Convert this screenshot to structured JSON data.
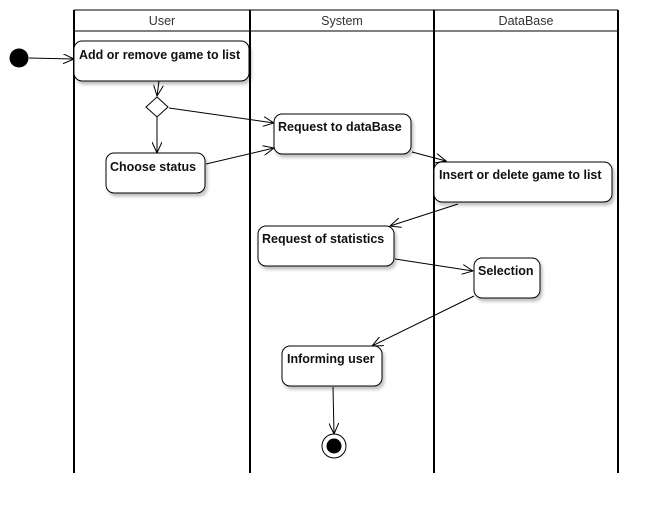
{
  "lanes": {
    "user": "User",
    "system": "System",
    "database": "DataBase"
  },
  "actions": {
    "add_remove": "Add or remove game to list",
    "choose_status": "Choose status",
    "request_db": "Request to dataBase",
    "insert_delete": "Insert or delete game to list",
    "request_stats": "Request of statistics",
    "selection": "Selection",
    "informing": "Informing user"
  }
}
